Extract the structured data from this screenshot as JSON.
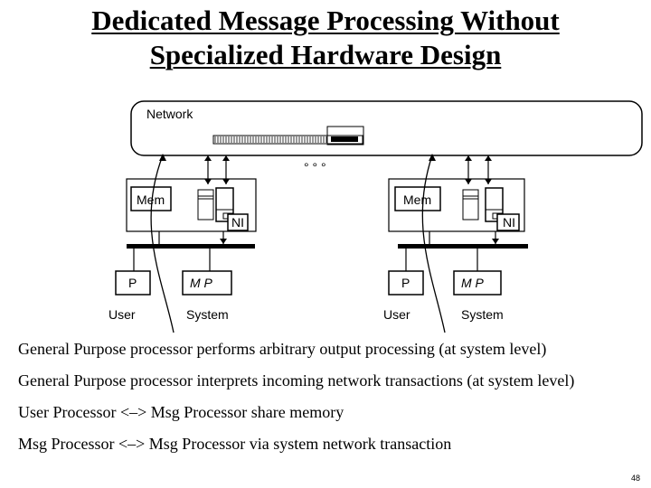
{
  "title": {
    "line1": "Dedicated Message Processing Without",
    "line2": "Specialized Hardware Design"
  },
  "diagram": {
    "network_label": "Network",
    "ellipsis": "° ° °",
    "nodes": [
      {
        "mem_label": "Mem",
        "ni_label": "NI",
        "p_label": "P",
        "mp_label": "M P",
        "user_label": "User",
        "system_label": "System"
      },
      {
        "mem_label": "Mem",
        "ni_label": "NI",
        "p_label": "P",
        "mp_label": "M P",
        "user_label": "User",
        "system_label": "System"
      }
    ]
  },
  "bullets": [
    "General Purpose processor performs arbitrary output processing (at system level)",
    "General Purpose processor interprets incoming network transactions (at system level)",
    "User Processor <–> Msg Processor share memory",
    "Msg Processor <–> Msg Processor via system network transaction"
  ],
  "page_number": "48"
}
